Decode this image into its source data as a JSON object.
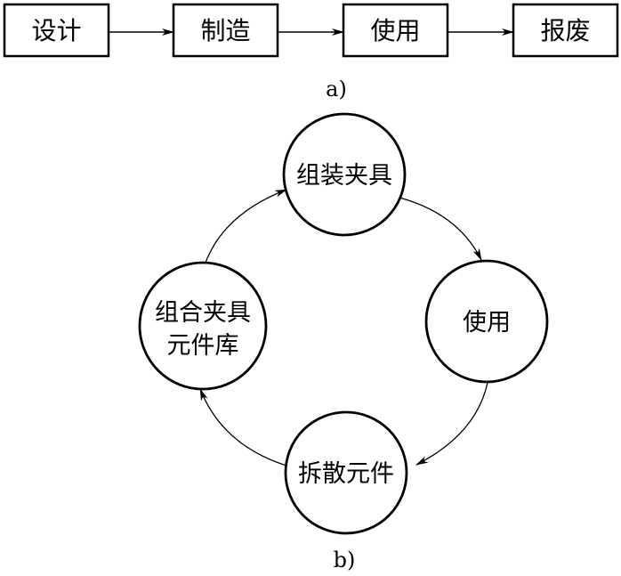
{
  "part_a": {
    "caption": "a)",
    "steps": [
      {
        "label": "设计"
      },
      {
        "label": "制造"
      },
      {
        "label": "使用"
      },
      {
        "label": "报废"
      }
    ]
  },
  "part_b": {
    "caption": "b)",
    "nodes": {
      "top": {
        "label": "组装夹具"
      },
      "right": {
        "label": "使用"
      },
      "bottom": {
        "label": "拆散元件"
      },
      "left": {
        "line1": "组合夹具",
        "line2": "元件库"
      }
    }
  }
}
